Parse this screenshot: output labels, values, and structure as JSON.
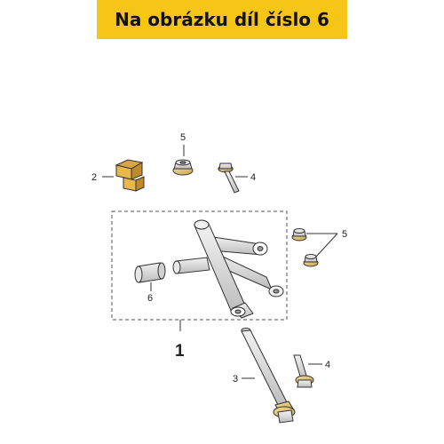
{
  "banner": {
    "text": "Na obrázku díl číslo 6",
    "background": "#f5c518"
  },
  "diagram": {
    "labels": {
      "part_1": "1",
      "part_2": "2",
      "part_3": "3",
      "part_4_top": "4",
      "part_4_bottom": "4",
      "part_5_top": "5",
      "part_5_right": "5",
      "part_6": "6"
    },
    "parts": [
      {
        "name": "swing-arm",
        "icon": "swing-arm-icon"
      },
      {
        "name": "rubber-block",
        "icon": "rubber-block-icon"
      },
      {
        "name": "long-bolt",
        "icon": "long-bolt-icon"
      },
      {
        "name": "flange-bolt",
        "icon": "flange-bolt-icon"
      },
      {
        "name": "flange-nut",
        "icon": "flange-nut-icon"
      },
      {
        "name": "bushing",
        "icon": "bushing-icon"
      }
    ]
  }
}
